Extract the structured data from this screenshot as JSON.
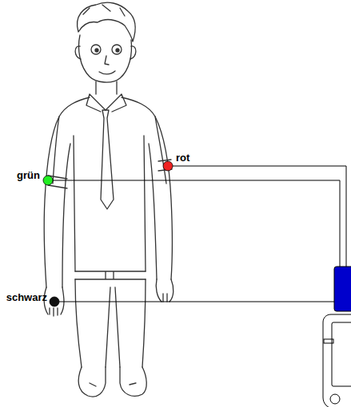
{
  "diagram": {
    "labels": [
      "rot",
      "grün",
      "schwarz"
    ]
  }
}
